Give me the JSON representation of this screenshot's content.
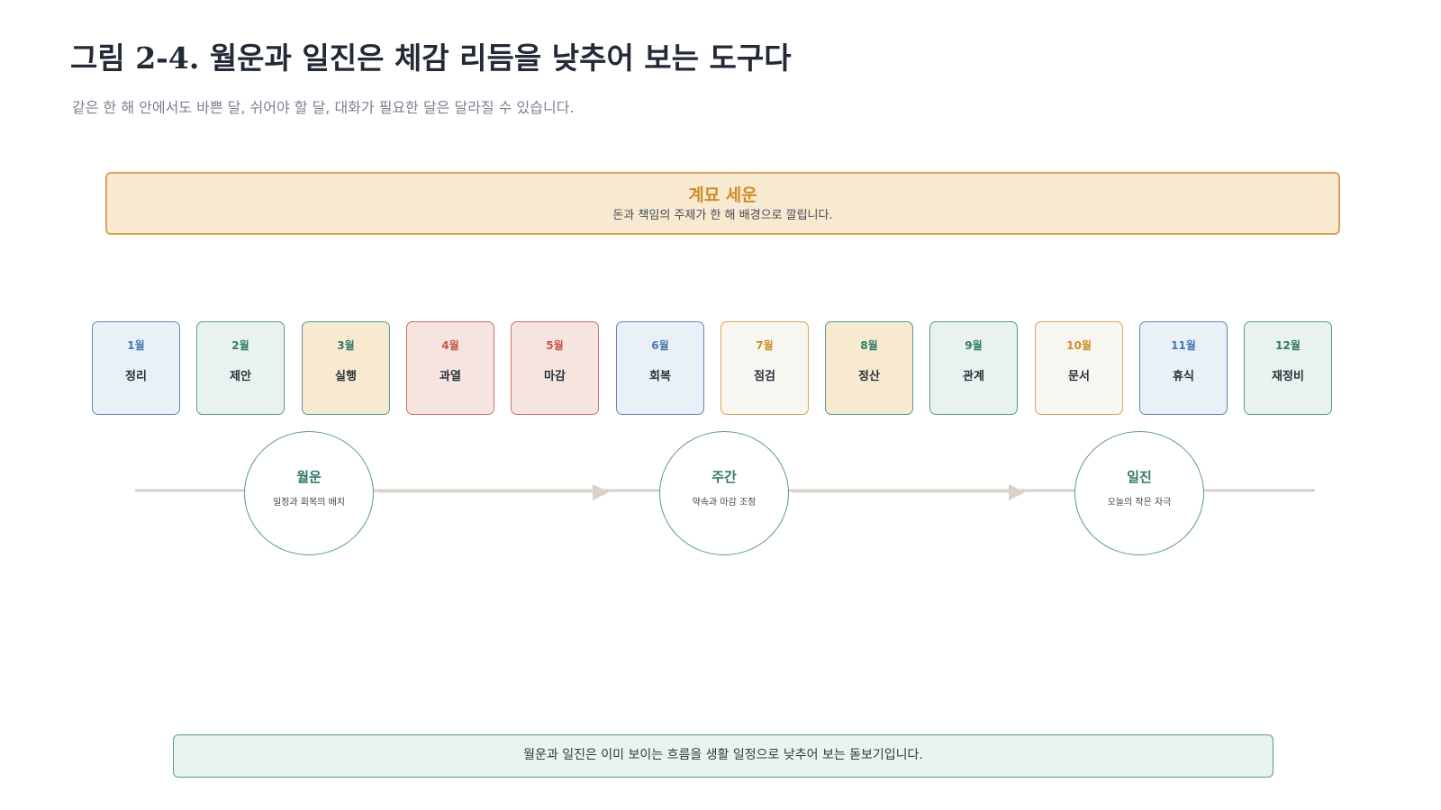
{
  "figure": {
    "title": "그림 2-4. 월운과 일진은 체감 리듬을 낮추어 보는 도구다",
    "subtitle": "같은 한 해 안에서도 바쁜 달, 쉬어야 할 달, 대화가 필요한 달은 달라질 수 있습니다."
  },
  "banner": {
    "title": "계묘 세운",
    "description": "돈과 책임의 주제가 한 해 배경으로 깔립니다."
  },
  "months": [
    {
      "label": "1월",
      "keyword": "정리",
      "tone": "blue"
    },
    {
      "label": "2월",
      "keyword": "제안",
      "tone": "green"
    },
    {
      "label": "3월",
      "keyword": "실행",
      "tone": "sand"
    },
    {
      "label": "4월",
      "keyword": "과열",
      "tone": "red"
    },
    {
      "label": "5월",
      "keyword": "마감",
      "tone": "red"
    },
    {
      "label": "6월",
      "keyword": "회복",
      "tone": "blue"
    },
    {
      "label": "7월",
      "keyword": "점검",
      "tone": "cream"
    },
    {
      "label": "8월",
      "keyword": "정산",
      "tone": "sand"
    },
    {
      "label": "9월",
      "keyword": "관계",
      "tone": "green"
    },
    {
      "label": "10월",
      "keyword": "문서",
      "tone": "cream"
    },
    {
      "label": "11월",
      "keyword": "휴식",
      "tone": "blue"
    },
    {
      "label": "12월",
      "keyword": "재정비",
      "tone": "green"
    }
  ],
  "tones": {
    "blue": {
      "fill": "#e9f0f8",
      "border": "#5f88b5",
      "label": "#4a78b0"
    },
    "green": {
      "fill": "#e8f2ee",
      "border": "#5b9a8c",
      "label": "#2f7a6a"
    },
    "sand": {
      "fill": "#f7ead1",
      "border": "#5b9a8c",
      "label": "#2f7a6a"
    },
    "red": {
      "fill": "#f6e4e1",
      "border": "#cf6f62",
      "label": "#c4574a"
    },
    "cream": {
      "fill": "#f8f6f0",
      "border": "#d8a55a",
      "label": "#d08d2a"
    }
  },
  "flow": {
    "nodes": [
      {
        "title": "월운",
        "description": "일정과 회복의 배치"
      },
      {
        "title": "주간",
        "description": "약속과 마감 조정"
      },
      {
        "title": "일진",
        "description": "오늘의 작은 자극"
      }
    ]
  },
  "footer": {
    "note": "월운과 일진은 이미 보이는 흐름을 생활 일정으로 낮추어 보는 돋보기입니다."
  },
  "colors": {
    "accent": "#5b9a8c",
    "banner_border": "#d8a55a",
    "line": "#d9d2c6"
  }
}
